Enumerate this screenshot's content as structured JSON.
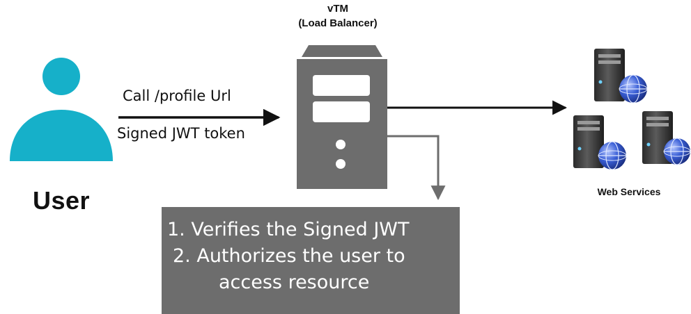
{
  "user": {
    "label": "User",
    "icon": "user-icon"
  },
  "request": {
    "call_label": "Call /profile Url",
    "token_label": "Signed JWT token"
  },
  "load_balancer": {
    "name": "vTM",
    "subtitle": "(Load Balancer)",
    "icon": "server-icon"
  },
  "web_services": {
    "label": "Web Services",
    "icon": "globe-server-icon"
  },
  "steps": [
    "1. Verifies the Signed JWT",
    "2. Authorizes the user to",
    "access resource"
  ],
  "colors": {
    "user": "#16b0c9",
    "server": "#6d6d6d",
    "server_slot": "#ffffff",
    "steps_box": "#6d6d6d",
    "arrow_main": "#111111",
    "arrow_side": "#6d6d6d",
    "globe": "#3a5fd6"
  }
}
